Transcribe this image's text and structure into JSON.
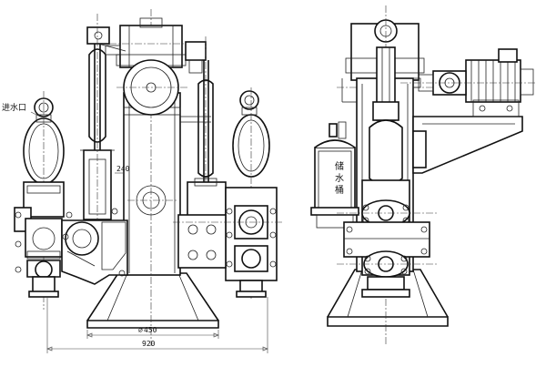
{
  "labels": {
    "inlet": "进水口",
    "tank_chars": [
      "储",
      "水",
      "桶"
    ],
    "dim_height": "240",
    "dim_base": "450",
    "dim_total": "920"
  }
}
